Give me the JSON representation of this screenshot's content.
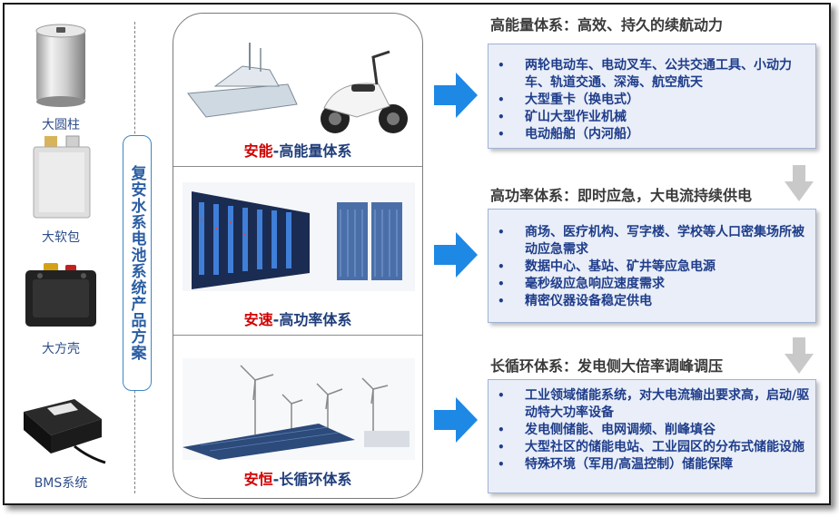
{
  "products": [
    {
      "label": "大圆柱"
    },
    {
      "label": "大软包"
    },
    {
      "label": "大方壳"
    },
    {
      "label": "BMS系统"
    }
  ],
  "vertical_title": "复安水系电池系统产品方案",
  "systems": [
    {
      "brand": "安能",
      "suffix": "-高能量体系"
    },
    {
      "brand": "安速",
      "suffix": "-高功率体系"
    },
    {
      "brand": "安恒",
      "suffix": "-长循环体系"
    }
  ],
  "sections": [
    {
      "title": "高能量体系：高效、持久的续航动力",
      "items": [
        "两轮电动车、电动叉车、公共交通工具、小动力车、轨道交通、深海、航空航天",
        "大型重卡（换电式）",
        "矿山大型作业机械",
        "电动船舶（内河船）"
      ]
    },
    {
      "title": "高功率体系：即时应急，大电流持续供电",
      "items": [
        "商场、医疗机构、写字楼、学校等人口密集场所被动应急需求",
        "数据中心、基站、矿井等应急电源",
        "毫秒级应急响应速度需求",
        "精密仪器设备稳定供电"
      ]
    },
    {
      "title": "长循环体系：发电侧大倍率调峰调压",
      "items": [
        "工业领域储能系统，对大电流输出要求高，启动/驱动特大功率设备",
        "发电侧储能、电网调频、削峰填谷",
        "大型社区的储能电站、工业园区的分布式储能设施",
        "特殊环境（军用/高温控制）储能保障"
      ]
    }
  ],
  "colors": {
    "accent_blue": "#1e88e5",
    "brand_red": "#d10000",
    "text_blue": "#1f3d8a"
  }
}
